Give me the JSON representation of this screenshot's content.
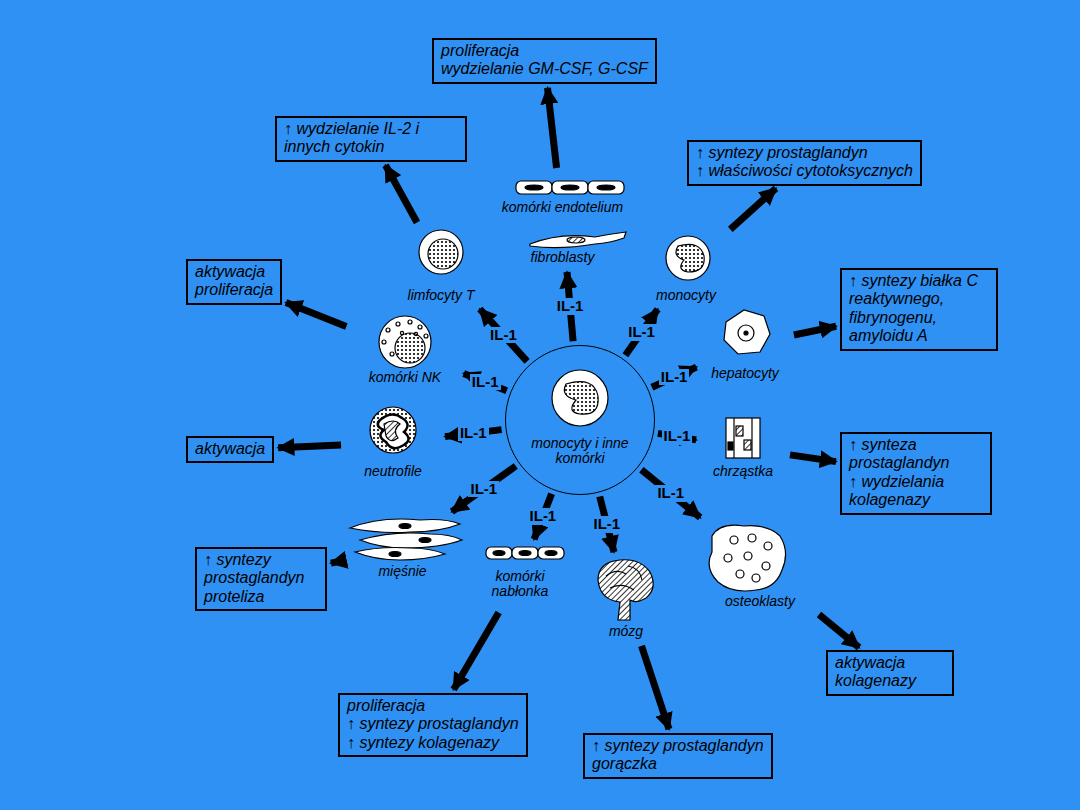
{
  "diagram": {
    "nodes": [
      {
        "text": [
          "proliferacja",
          "wydzielanie GM-CSF, G-CSF"
        ]
      },
      {
        "text": [
          "↑ wydzielanie IL-2 i innych cytokin"
        ]
      },
      {
        "text": [
          "↑ syntezy prostaglandyn",
          "↑ właściwości cytotoksycznych"
        ]
      },
      {
        "text": [
          "aktywacja",
          "proliferacja"
        ]
      },
      {
        "text": [
          "↑ syntezy białka C reaktywnego, fibrynogenu, amyloidu A"
        ]
      },
      {
        "text": [
          "aktywacja"
        ]
      },
      {
        "text": [
          "↑ synteza prostaglandyn",
          "↑ wydzielania kolagenazy"
        ]
      },
      {
        "text": [
          "↑ syntezy prostaglandyn",
          "proteliza"
        ]
      },
      {
        "text": [
          "aktywacja kolagenazy"
        ]
      },
      {
        "text": [
          "proliferacja",
          "↑ syntezy prostaglandyn",
          "↑ syntezy kolagenazy"
        ]
      },
      {
        "text": [
          "↑ syntezy prostaglandyn",
          "gorączka"
        ]
      },
      {
        "text": [
          "komórki endotelium",
          "fibroblasty"
        ]
      },
      {
        "text": [
          "limfocyty T"
        ]
      },
      {
        "text": [
          "monocyty"
        ]
      },
      {
        "text": [
          "komórki NK"
        ]
      },
      {
        "text": [
          "hepatocyty"
        ]
      },
      {
        "text": [
          "neutrofile"
        ]
      },
      {
        "text": [
          "chrząstka"
        ]
      },
      {
        "text": [
          "mięśnie"
        ]
      },
      {
        "text": [
          "komórki nabłonka"
        ]
      },
      {
        "text": [
          "mózg"
        ]
      },
      {
        "text": [
          "osteoklasty"
        ]
      },
      {
        "text": [
          "monocyty i inne komórki"
        ]
      }
    ],
    "edges": [
      {
        "from": 22,
        "to": 11,
        "arrow": "to",
        "label": "IL-1"
      },
      {
        "from": 22,
        "to": 12,
        "arrow": "to",
        "label": "IL-1"
      },
      {
        "from": 22,
        "to": 13,
        "arrow": "to",
        "label": "IL-1"
      },
      {
        "from": 22,
        "to": 14,
        "arrow": "to",
        "label": "IL-1"
      },
      {
        "from": 22,
        "to": 15,
        "arrow": "to",
        "label": "IL-1"
      },
      {
        "from": 22,
        "to": 16,
        "arrow": "to",
        "label": "IL-1"
      },
      {
        "from": 22,
        "to": 17,
        "arrow": "to",
        "label": "IL-1"
      },
      {
        "from": 22,
        "to": 18,
        "arrow": "to",
        "label": "IL-1"
      },
      {
        "from": 22,
        "to": 19,
        "arrow": "to",
        "label": "IL-1"
      },
      {
        "from": 22,
        "to": 20,
        "arrow": "to",
        "label": "IL-1"
      },
      {
        "from": 22,
        "to": 21,
        "arrow": "to",
        "label": "IL-1"
      },
      {
        "from": 11,
        "to": 0,
        "arrow": "to"
      },
      {
        "from": 12,
        "to": 1,
        "arrow": "to"
      },
      {
        "from": 13,
        "to": 2,
        "arrow": "to"
      },
      {
        "from": 14,
        "to": 3,
        "arrow": "to"
      },
      {
        "from": 15,
        "to": 4,
        "arrow": "to"
      },
      {
        "from": 16,
        "to": 5,
        "arrow": "to"
      },
      {
        "from": 17,
        "to": 6,
        "arrow": "to"
      },
      {
        "from": 18,
        "to": 7,
        "arrow": "to"
      },
      {
        "from": 19,
        "to": 9,
        "arrow": "to"
      },
      {
        "from": 20,
        "to": 10,
        "arrow": "to"
      },
      {
        "from": 21,
        "to": 8,
        "arrow": "to"
      }
    ]
  }
}
